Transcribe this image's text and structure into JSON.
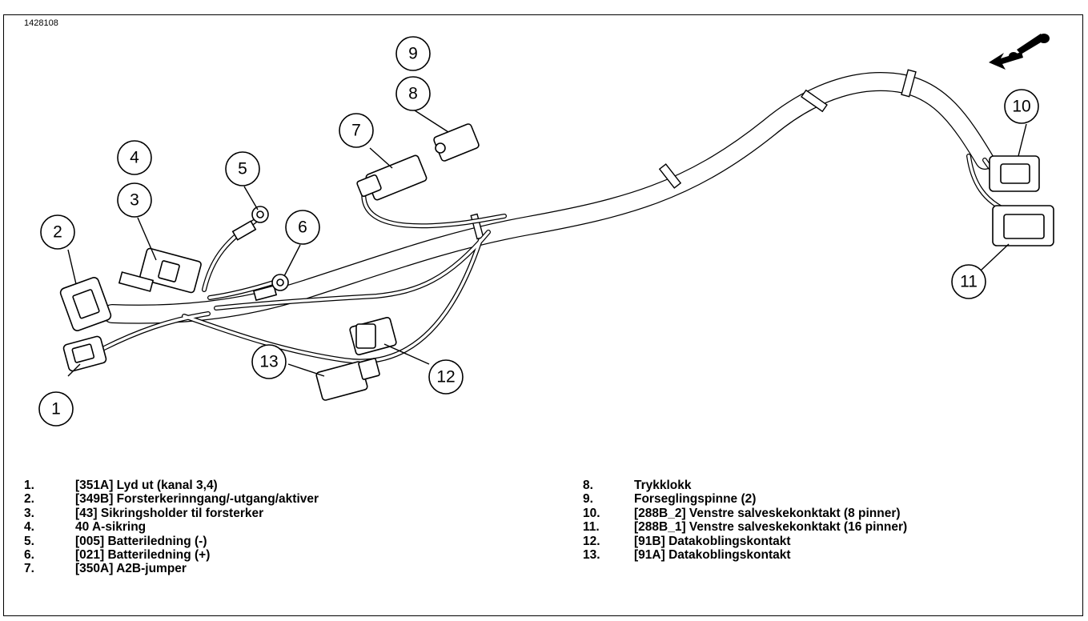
{
  "figure_id": "1428108",
  "callouts": [
    {
      "num": "1"
    },
    {
      "num": "2"
    },
    {
      "num": "3"
    },
    {
      "num": "4"
    },
    {
      "num": "5"
    },
    {
      "num": "6"
    },
    {
      "num": "7"
    },
    {
      "num": "8"
    },
    {
      "num": "9"
    },
    {
      "num": "10"
    },
    {
      "num": "11"
    },
    {
      "num": "12"
    },
    {
      "num": "13"
    }
  ],
  "legend": {
    "left": [
      {
        "num": "1.",
        "text": "[351A] Lyd ut (kanal 3,4)"
      },
      {
        "num": "2.",
        "text": "[349B] Forsterkerinngang/-utgang/aktiver"
      },
      {
        "num": "3.",
        "text": "[43] Sikringsholder til forsterker"
      },
      {
        "num": "4.",
        "text": "40 A-sikring"
      },
      {
        "num": "5.",
        "text": "[005] Batteriledning (-)"
      },
      {
        "num": "6.",
        "text": "[021] Batteriledning (+)"
      },
      {
        "num": "7.",
        "text": "[350A] A2B-jumper"
      }
    ],
    "right": [
      {
        "num": "8.",
        "text": "Trykklokk"
      },
      {
        "num": "9.",
        "text": "Forseglingspinne (2)"
      },
      {
        "num": "10.",
        "text": "[288B_2] Venstre salveskekonktakt (8 pinner)"
      },
      {
        "num": "11.",
        "text": "[288B_1] Venstre salveskekonktakt (16 pinner)"
      },
      {
        "num": "12.",
        "text": "[91B] Datakoblingskontakt"
      },
      {
        "num": "13.",
        "text": "[91A] Datakoblingskontakt"
      }
    ]
  },
  "icons": {
    "direction": "motorcycle-forward-arrow-icon"
  }
}
